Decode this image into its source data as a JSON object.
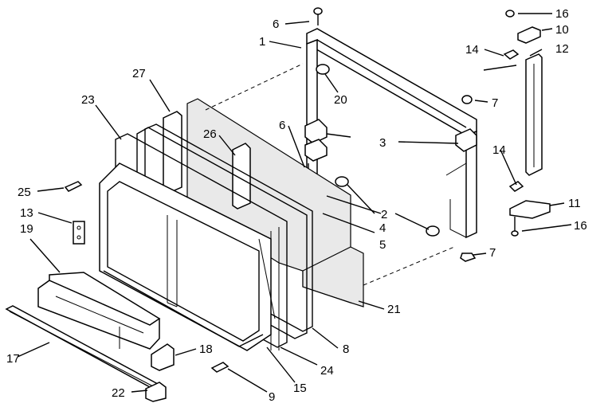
{
  "diagram": {
    "callouts": [
      {
        "id": "c1",
        "text": "1"
      },
      {
        "id": "c2",
        "text": "2"
      },
      {
        "id": "c3",
        "text": "3"
      },
      {
        "id": "c4",
        "text": "4"
      },
      {
        "id": "c5",
        "text": "5"
      },
      {
        "id": "c6a",
        "text": "6"
      },
      {
        "id": "c6b",
        "text": "6"
      },
      {
        "id": "c7a",
        "text": "7"
      },
      {
        "id": "c7b",
        "text": "7"
      },
      {
        "id": "c8",
        "text": "8"
      },
      {
        "id": "c9",
        "text": "9"
      },
      {
        "id": "c10",
        "text": "10"
      },
      {
        "id": "c11",
        "text": "11"
      },
      {
        "id": "c12",
        "text": "12"
      },
      {
        "id": "c13",
        "text": "13"
      },
      {
        "id": "c14a",
        "text": "14"
      },
      {
        "id": "c14b",
        "text": "14"
      },
      {
        "id": "c15",
        "text": "15"
      },
      {
        "id": "c16a",
        "text": "16"
      },
      {
        "id": "c16b",
        "text": "16"
      },
      {
        "id": "c17",
        "text": "17"
      },
      {
        "id": "c18",
        "text": "18"
      },
      {
        "id": "c19",
        "text": "19"
      },
      {
        "id": "c20",
        "text": "20"
      },
      {
        "id": "c21",
        "text": "21"
      },
      {
        "id": "c22",
        "text": "22"
      },
      {
        "id": "c23",
        "text": "23"
      },
      {
        "id": "c24",
        "text": "24"
      },
      {
        "id": "c25",
        "text": "25"
      },
      {
        "id": "c26",
        "text": "26"
      },
      {
        "id": "c27",
        "text": "27"
      }
    ]
  }
}
